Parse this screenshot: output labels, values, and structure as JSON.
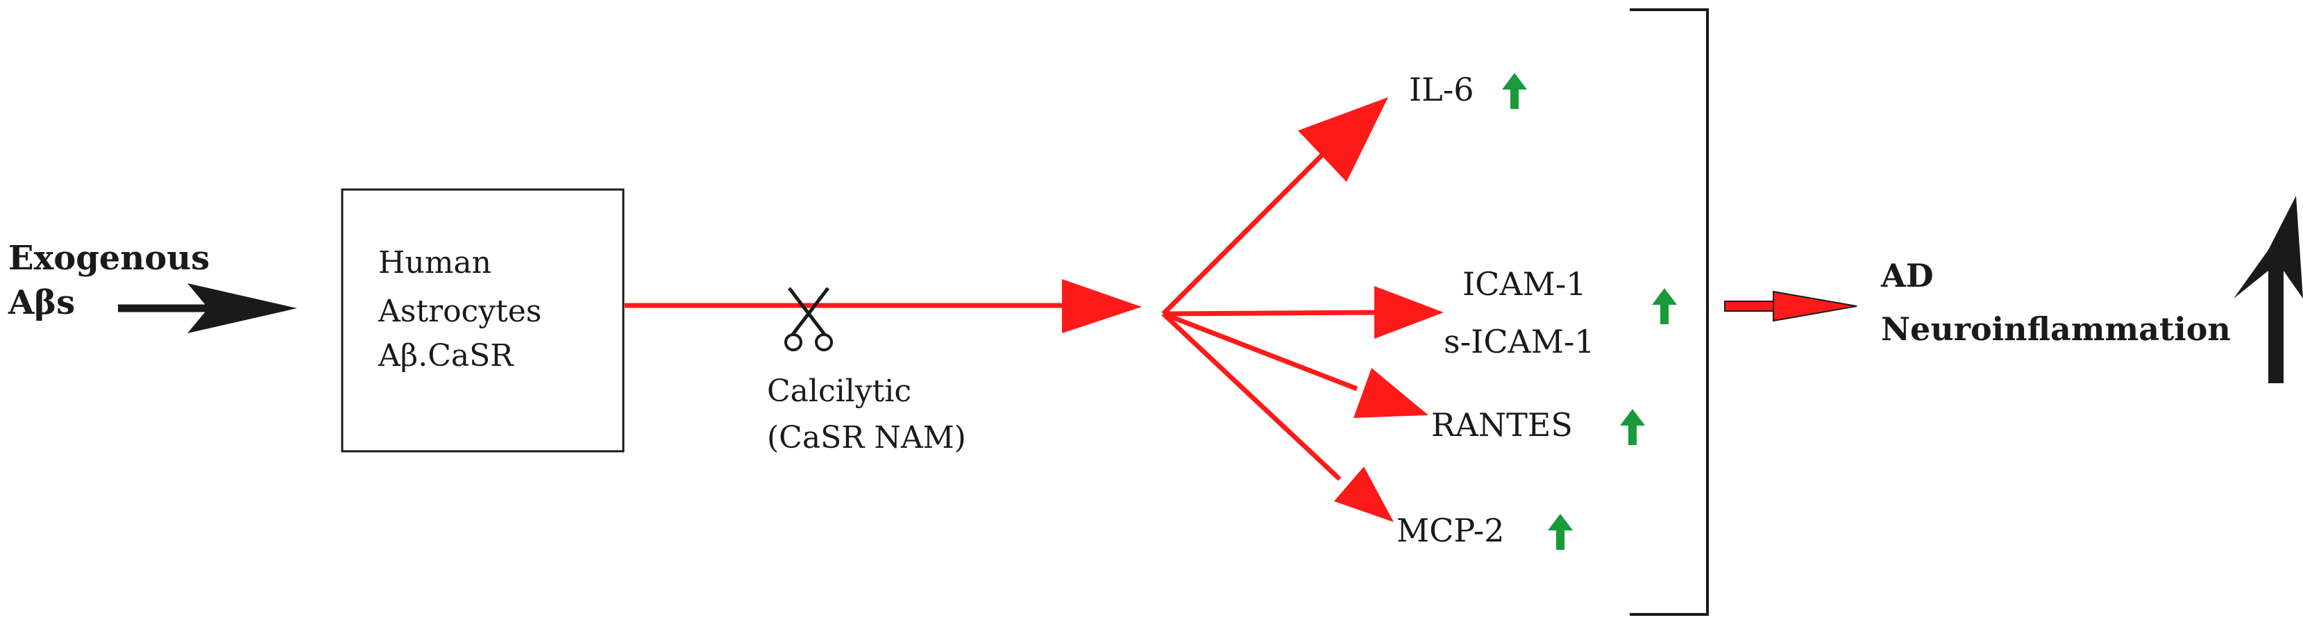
{
  "source": {
    "line1": "Exogenous",
    "line2": "Aβs"
  },
  "cell_box": {
    "line1": "Human",
    "line2": "Astrocytes",
    "line3": "Aβ.CaSR"
  },
  "inhibitor": {
    "line1": "Calcilytic",
    "line2": "(CaSR NAM)"
  },
  "outputs": [
    {
      "label": "IL-6",
      "trend": "up"
    },
    {
      "label": "ICAM-1",
      "label2": "s-ICAM-1",
      "trend": "up"
    },
    {
      "label": "RANTES",
      "trend": "up"
    },
    {
      "label": "MCP-2",
      "trend": "up"
    }
  ],
  "outcome": {
    "line1": "AD",
    "line2": "Neuroinflammation",
    "trend": "up"
  },
  "colors": {
    "pathway": "#ff1a1a",
    "increase_arrow": "#1a9a3a",
    "black": "#1a1a1a"
  },
  "icons": {
    "inhibitor": "scissors-icon",
    "increase": "up-arrow-icon"
  }
}
